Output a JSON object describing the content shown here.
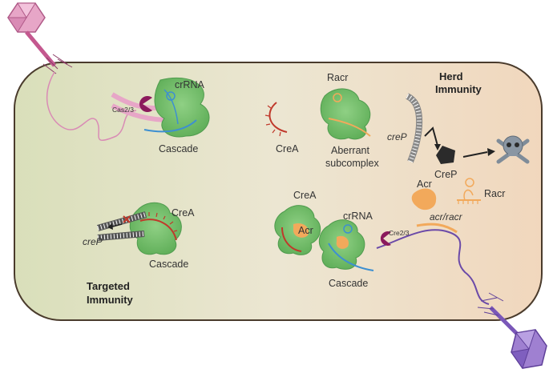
{
  "labels": {
    "crrna_top": "crRNA",
    "cas23": "Cas2/3",
    "cascade_top": "Cascade",
    "racr_top": "Racr",
    "crea_top": "CreA",
    "aberrant_line1": "Aberrant",
    "aberrant_line2": "subcomplex",
    "herd_line1": "Herd",
    "herd_line2": "Immunity",
    "crep_right": "creP",
    "crep_protein": "CreP",
    "crea_bottom_left": "CreA",
    "crep_left": "creP",
    "cascade_bottom_left": "Cascade",
    "targeted_line1": "Targeted",
    "targeted_line2": "Immunity",
    "crea_center": "CreA",
    "acr_center": "Acr",
    "crrna_center": "crRNA",
    "cre23": "Cre2/3",
    "cascade_center": "Cascade",
    "acr_right": "Acr",
    "racr_right": "Racr",
    "acr_racr_gene": "acr/racr"
  },
  "colors": {
    "cell_fill_left": "#dfe3c4",
    "cell_fill_right": "#efdcc4",
    "cascade_green": "#7cc576",
    "cascade_outline": "#4f9b4e",
    "crrna_red": "#c0392b",
    "dna_blue": "#3d8fd1",
    "acr_orange": "#f2a95b",
    "phage_pink": "#d98bb5",
    "phage_purple": "#8e6bc4",
    "cas_magenta": "#8b1a5c",
    "toxin_dark": "#2b2b2b",
    "skull_gray": "#7f8c99"
  },
  "icons": [
    "phage-pink-icon",
    "phage-purple-icon",
    "pacman-cas23-icon",
    "pacman-cre23-icon",
    "crep-toxin-icon",
    "skull-crossbones-icon",
    "arrow-icon",
    "x-mark-icon"
  ]
}
